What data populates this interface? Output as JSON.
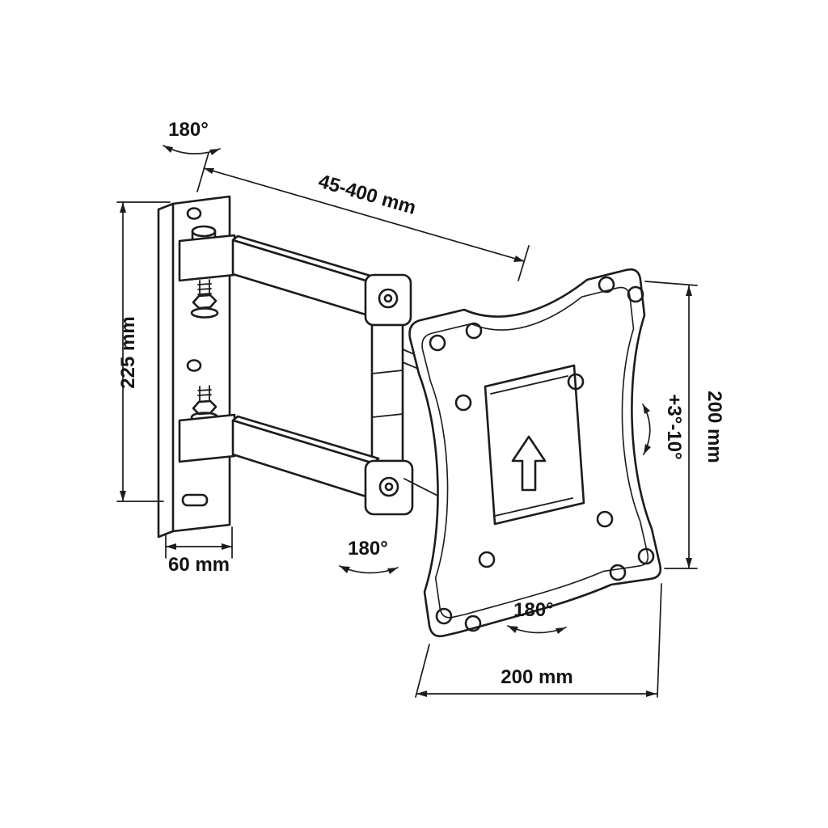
{
  "diagram": {
    "type": "technical-drawing",
    "subject": "Articulating TV wall mount bracket dimension diagram",
    "colors": {
      "line": "#1c1c1c",
      "background": "#ffffff"
    },
    "labels": {
      "swivel_top": "180°",
      "extension_range": "45-400 mm",
      "wall_plate_height": "225 mm",
      "wall_plate_width": "60 mm",
      "swivel_elbow": "180°",
      "tilt_range": "+3°-10°",
      "vesa_height": "200 mm",
      "swivel_plate": "180°",
      "vesa_width": "200 mm"
    }
  }
}
